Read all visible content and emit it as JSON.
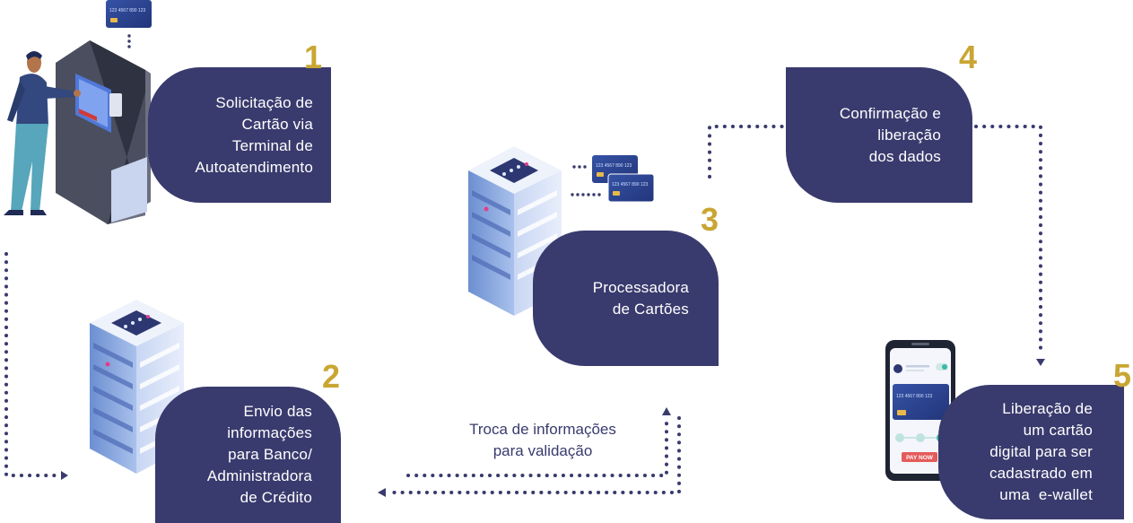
{
  "steps": [
    {
      "number": "1",
      "lines": [
        "Solicitação de",
        "Cartão via",
        "Terminal de",
        "Autoatendimento"
      ]
    },
    {
      "number": "2",
      "lines": [
        "Envio das",
        "informações",
        "para Banco/",
        "Administradora",
        "de Crédito"
      ]
    },
    {
      "number": "3",
      "lines": [
        "Processadora",
        "de Cartões"
      ]
    },
    {
      "number": "4",
      "lines": [
        "Confirmação e",
        "liberação",
        "dos dados"
      ]
    },
    {
      "number": "5",
      "lines": [
        "Liberação de",
        "um cartão",
        "digital para ser",
        "cadastrado em",
        "uma  e-wallet"
      ]
    }
  ],
  "exchange_note": {
    "lines": [
      "Troca de informações",
      "para validação"
    ]
  },
  "card_number": "123 4567 890 123",
  "phone_button": "PAY NOW",
  "colors": {
    "box": "#393b6e",
    "number": "#c9a633",
    "dots": "#393b6e"
  }
}
